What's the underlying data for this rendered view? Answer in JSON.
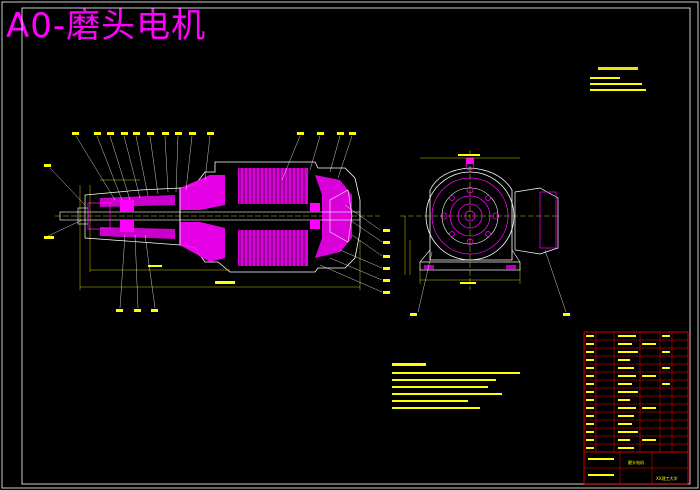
{
  "drawing": {
    "title": "A0-磨头电机"
  },
  "colors": {
    "background": "#000000",
    "frame": "#ffffff",
    "part": "#ff00ff",
    "dimension": "#ffff00",
    "leader": "#ffffff",
    "hatch": "#ff00ff"
  },
  "title_block": {
    "drawing_name": "磨头电机",
    "school": "XX理工大学"
  }
}
